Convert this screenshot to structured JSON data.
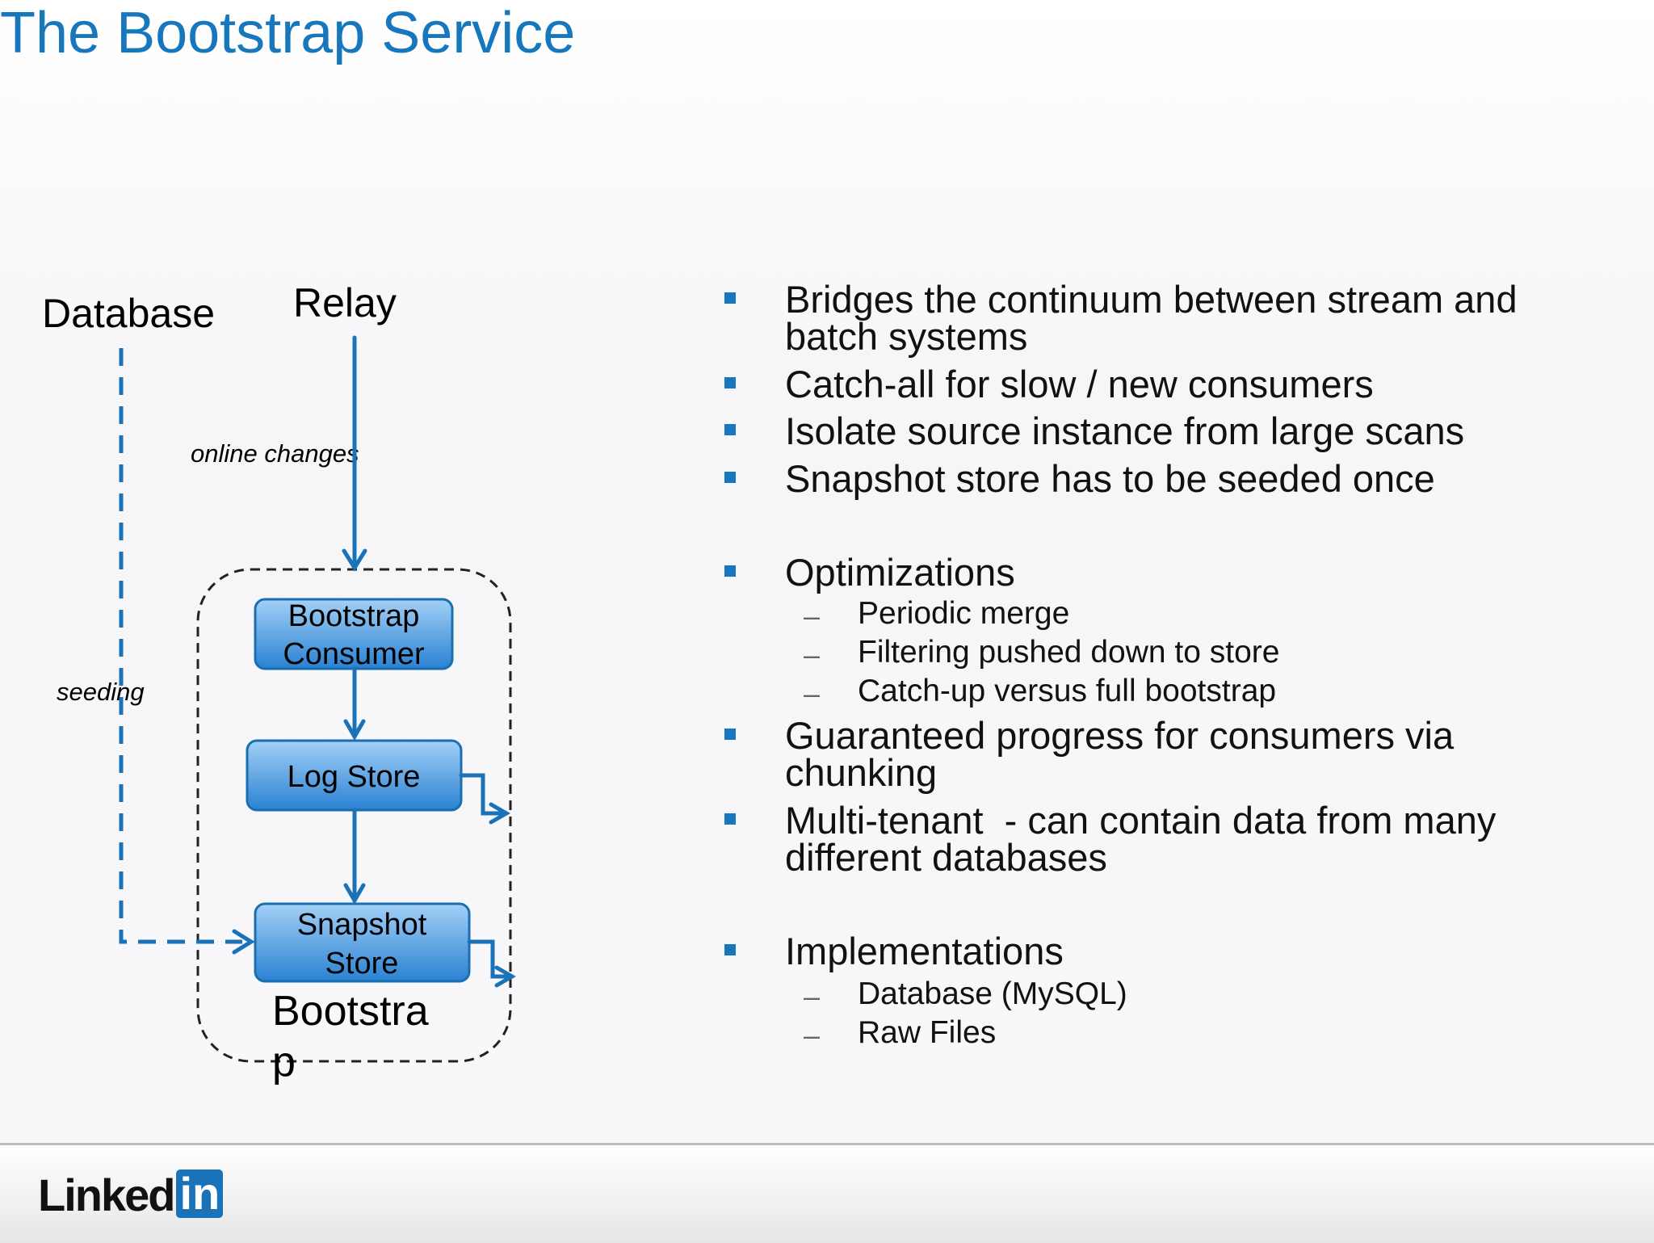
{
  "title": "The Bootstrap Service",
  "diagram": {
    "database_label": "Database",
    "relay_label": "Relay",
    "online_changes_label": "online changes",
    "seeding_label": "seeding",
    "bootstrap_consumer": [
      "Bootstrap",
      "Consumer"
    ],
    "log_store": "Log Store",
    "snapshot_store": [
      "Snapshot",
      "Store"
    ],
    "container_label": [
      "Bootstra",
      "p"
    ],
    "colors": {
      "arrow": "#1a73b8",
      "box_top": "#9ccbf5",
      "box_bottom": "#2c84d4"
    }
  },
  "bullets": [
    {
      "lines": [
        "Bridges the continuum between stream and",
        "batch systems"
      ]
    },
    {
      "lines": [
        "Catch-all for slow / new consumers"
      ]
    },
    {
      "lines": [
        "Isolate source instance from large scans"
      ]
    },
    {
      "lines": [
        "Snapshot store has to be seeded once"
      ]
    },
    {
      "lines": [
        "Optimizations"
      ],
      "sub": [
        "Periodic merge",
        "Filtering pushed down to store",
        "Catch-up versus full bootstrap"
      ]
    },
    {
      "lines": [
        "Guaranteed progress for consumers via",
        "chunking"
      ]
    },
    {
      "lines": [
        "Multi-tenant  - can contain data from many",
        "different databases"
      ]
    },
    {
      "lines": [
        "Implementations"
      ],
      "sub": [
        "Database (MySQL)",
        "Raw Files"
      ]
    }
  ],
  "sub_dash": "–",
  "footer": {
    "logo_text": "Linked",
    "logo_badge": "in"
  }
}
